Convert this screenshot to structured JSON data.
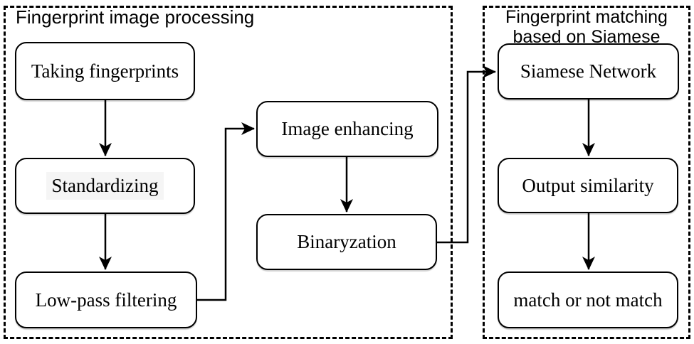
{
  "groups": {
    "processing": {
      "title": "Fingerprint image processing"
    },
    "matching": {
      "title_line1": "Fingerprint matching",
      "title_line2": "based on Siamese"
    }
  },
  "nodes": {
    "taking": {
      "label": "Taking fingerprints"
    },
    "standardizing": {
      "label": "Standardizing"
    },
    "lowpass": {
      "label": "Low-pass filtering"
    },
    "enhancing": {
      "label": "Image enhancing"
    },
    "binaryzation": {
      "label": "Binaryzation"
    },
    "siamese": {
      "label": "Siamese Network"
    },
    "output": {
      "label": "Output similarity"
    },
    "match": {
      "label": "match or not match"
    }
  },
  "edges": [
    {
      "from": "taking",
      "to": "standardizing",
      "style": "straight-down"
    },
    {
      "from": "standardizing",
      "to": "lowpass",
      "style": "straight-down"
    },
    {
      "from": "lowpass",
      "to": "enhancing",
      "style": "elbow-right-up"
    },
    {
      "from": "enhancing",
      "to": "binaryzation",
      "style": "straight-down"
    },
    {
      "from": "binaryzation",
      "to": "siamese",
      "style": "elbow-right-up"
    },
    {
      "from": "siamese",
      "to": "output",
      "style": "straight-down"
    },
    {
      "from": "output",
      "to": "match",
      "style": "straight-down"
    }
  ],
  "colors": {
    "line": "#000000",
    "background": "#ffffff",
    "node_fill": "#ffffff",
    "standardizing_highlight": "#f5f5f5"
  }
}
